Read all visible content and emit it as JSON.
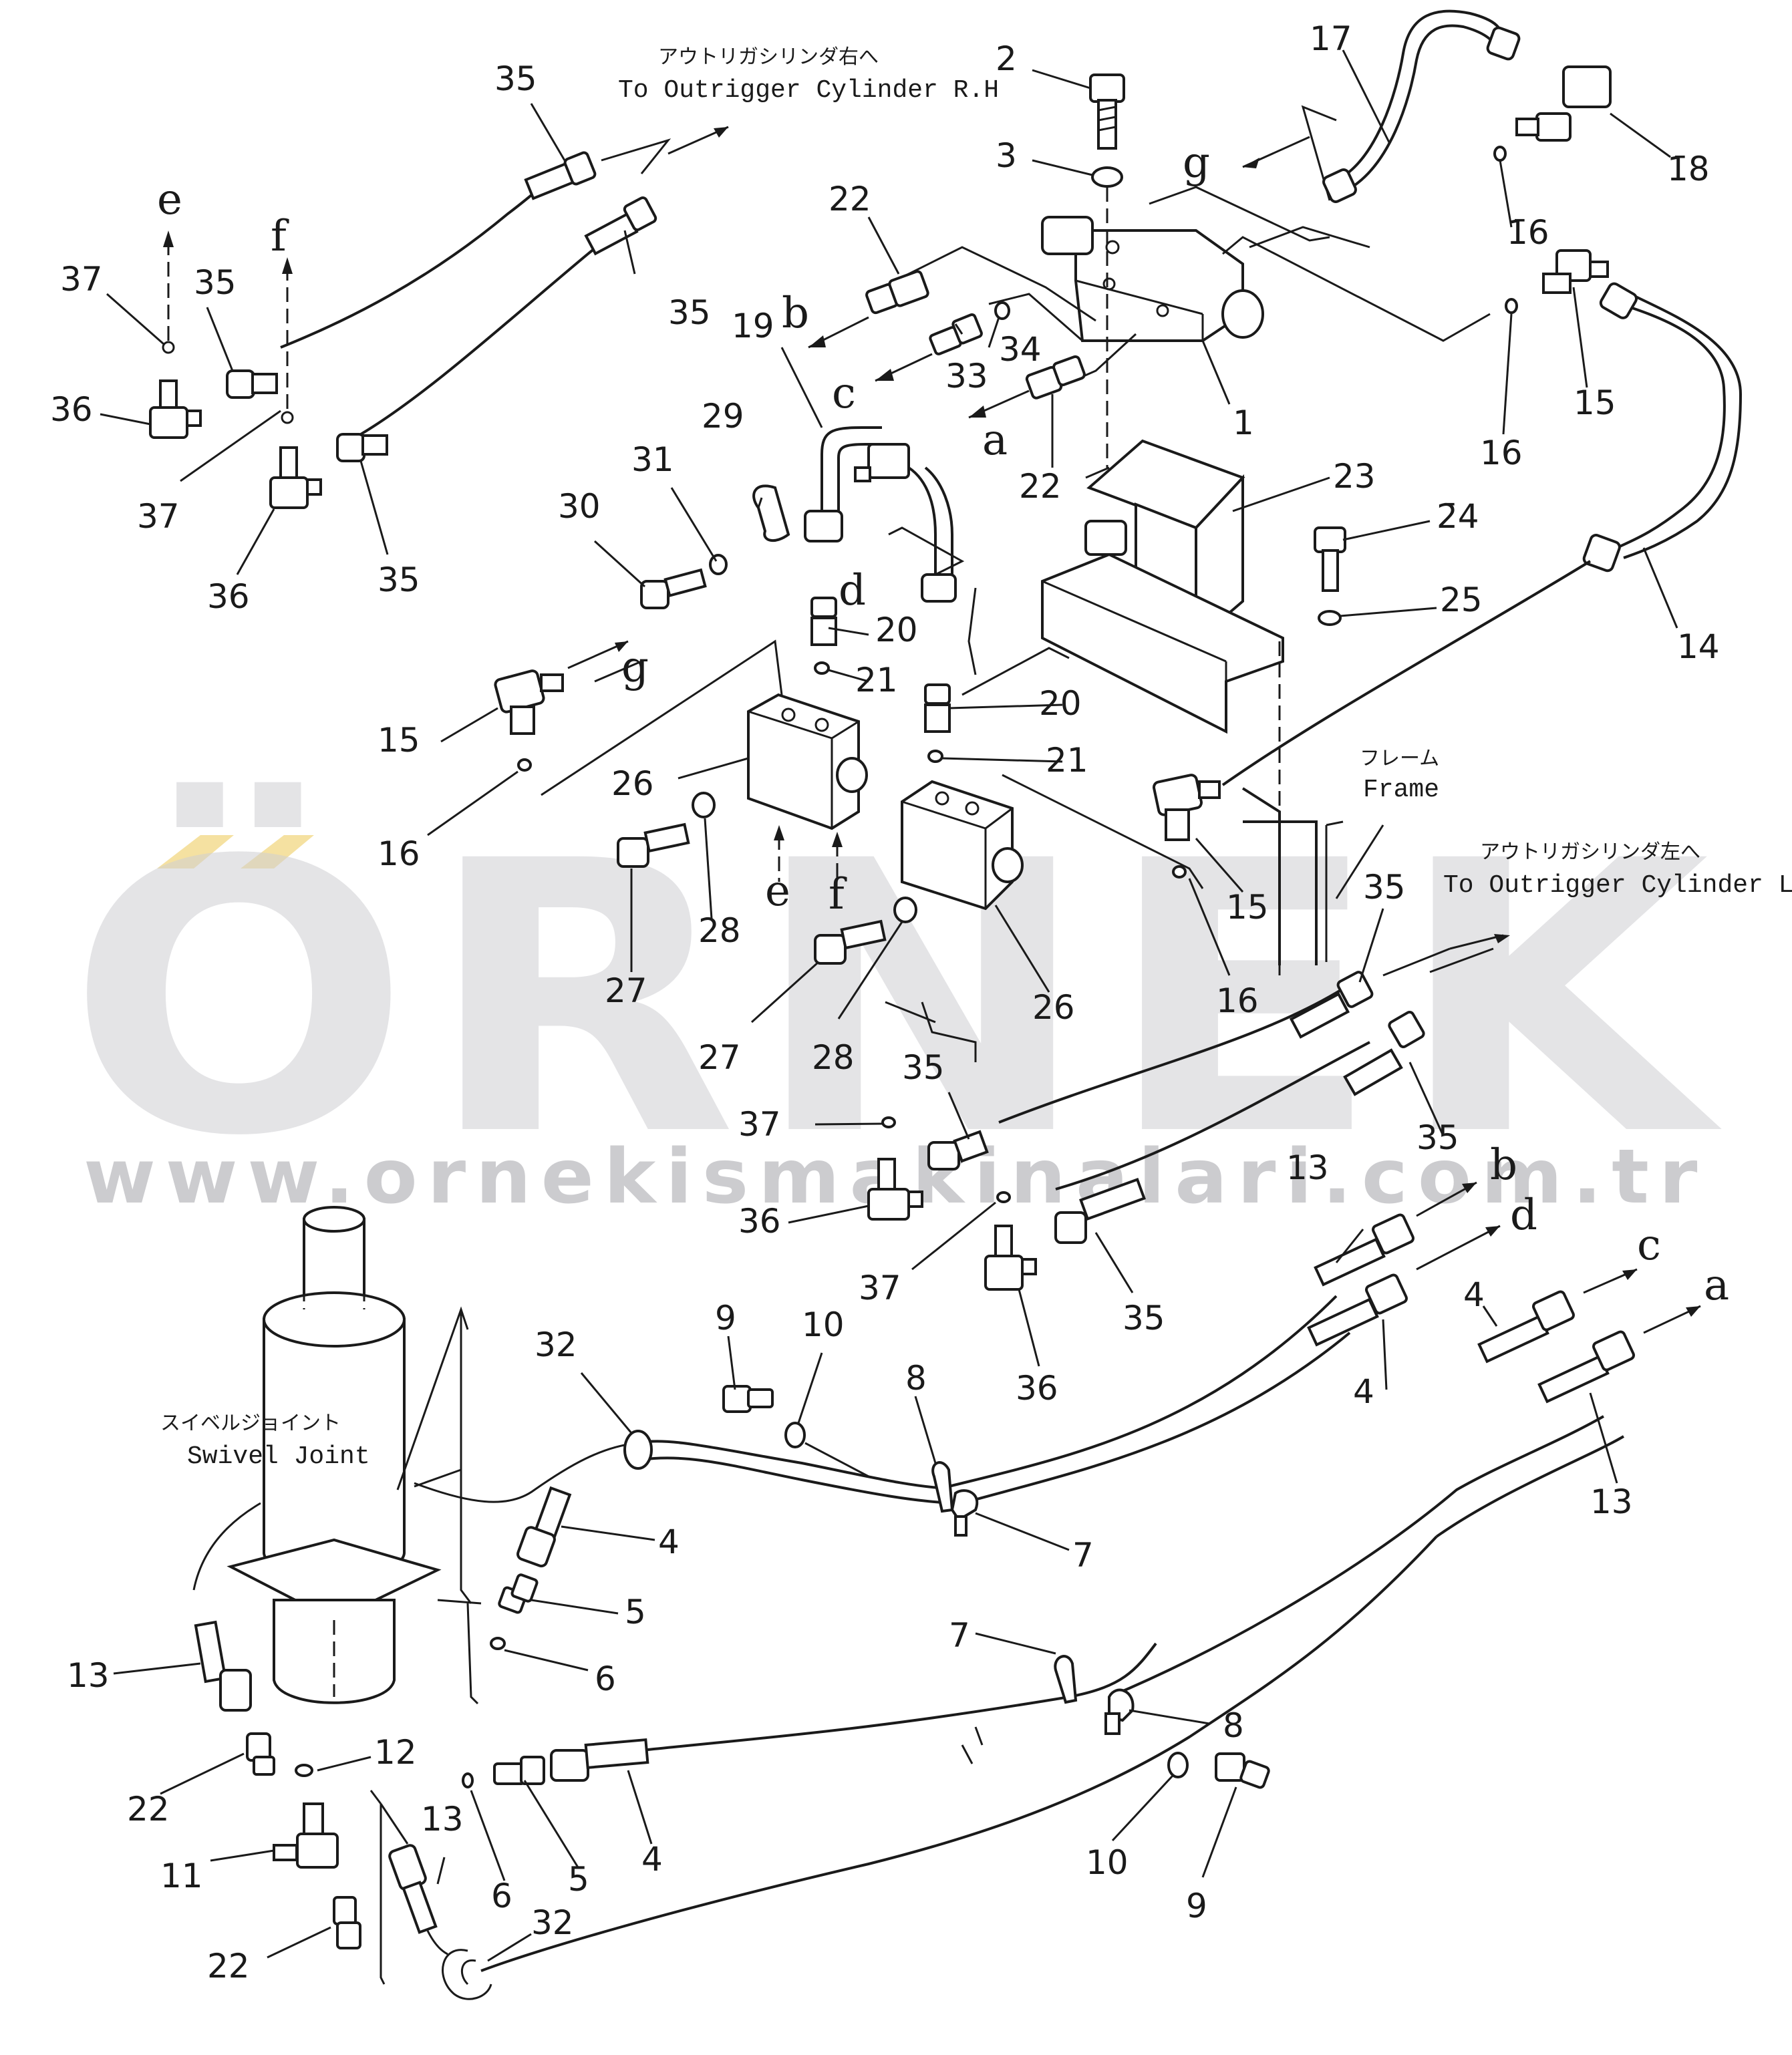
{
  "watermark": {
    "brand": "ÖRNEK",
    "url": "www.ornekismakinalari.com.tr",
    "accent_color": "#f2d98a"
  },
  "notes": {
    "outrigger_rh_jp": "アウトリガシリンダ右へ",
    "outrigger_rh_en": "To Outrigger Cylinder R.H",
    "outrigger_lh_jp": "アウトリガシリンダ左へ",
    "outrigger_lh_en": "To Outrigger Cylinder L.H",
    "frame_jp": "フレーム",
    "frame_en": "Frame",
    "swivel_jp": "スイベルジョイント",
    "swivel_en": "Swivel Joint"
  },
  "part_numbers": {
    "p1": "1",
    "p2": "2",
    "p3": "3",
    "p4": "4",
    "p5": "5",
    "p6": "6",
    "p7": "7",
    "p8": "8",
    "p9": "9",
    "p10": "10",
    "p11": "11",
    "p12": "12",
    "p13": "13",
    "p14": "14",
    "p15": "15",
    "p16": "16",
    "p16b": "1̄6",
    "p17": "17",
    "p18": "1̄8",
    "p19": "19",
    "p20": "20",
    "p21": "21",
    "p22": "22",
    "p23": "23",
    "p24": "2̄4",
    "p25": "25",
    "p26": "26",
    "p27": "27",
    "p28": "28",
    "p29": "29",
    "p30": "30",
    "p31": "31",
    "p32": "32",
    "p33": "33",
    "p34": "34",
    "p35": "35",
    "p36": "36",
    "p37": "37"
  },
  "connection_letters": {
    "a": "a",
    "b": "b",
    "c": "c",
    "d": "d",
    "e": "e",
    "f": "f",
    "g": "g"
  }
}
